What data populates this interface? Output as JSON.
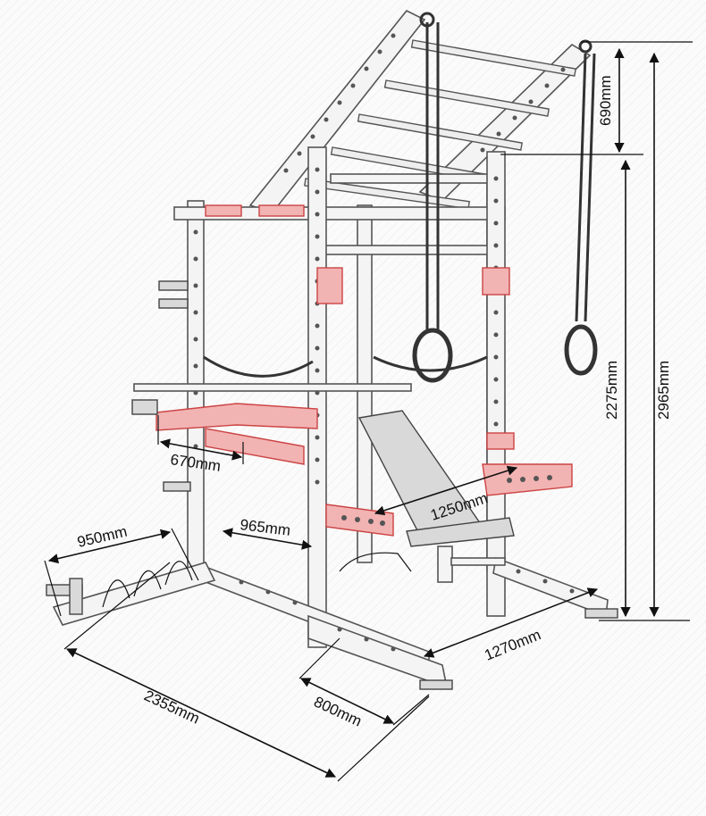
{
  "diagram": {
    "colors": {
      "frame": "#f4f4f4",
      "outline": "#555555",
      "accent": "#f2b3b3",
      "dimension": "#111111"
    },
    "dimensions": {
      "top_offset": "690mm",
      "total_height": "2965mm",
      "upright_height": "2275mm",
      "hook_spacing": "670mm",
      "rack_gap": "965mm",
      "plate_tree_length": "950mm",
      "bench_span": "1250mm",
      "side_depth": "1270mm",
      "base_width": "800mm",
      "overall_length": "2355mm"
    }
  }
}
